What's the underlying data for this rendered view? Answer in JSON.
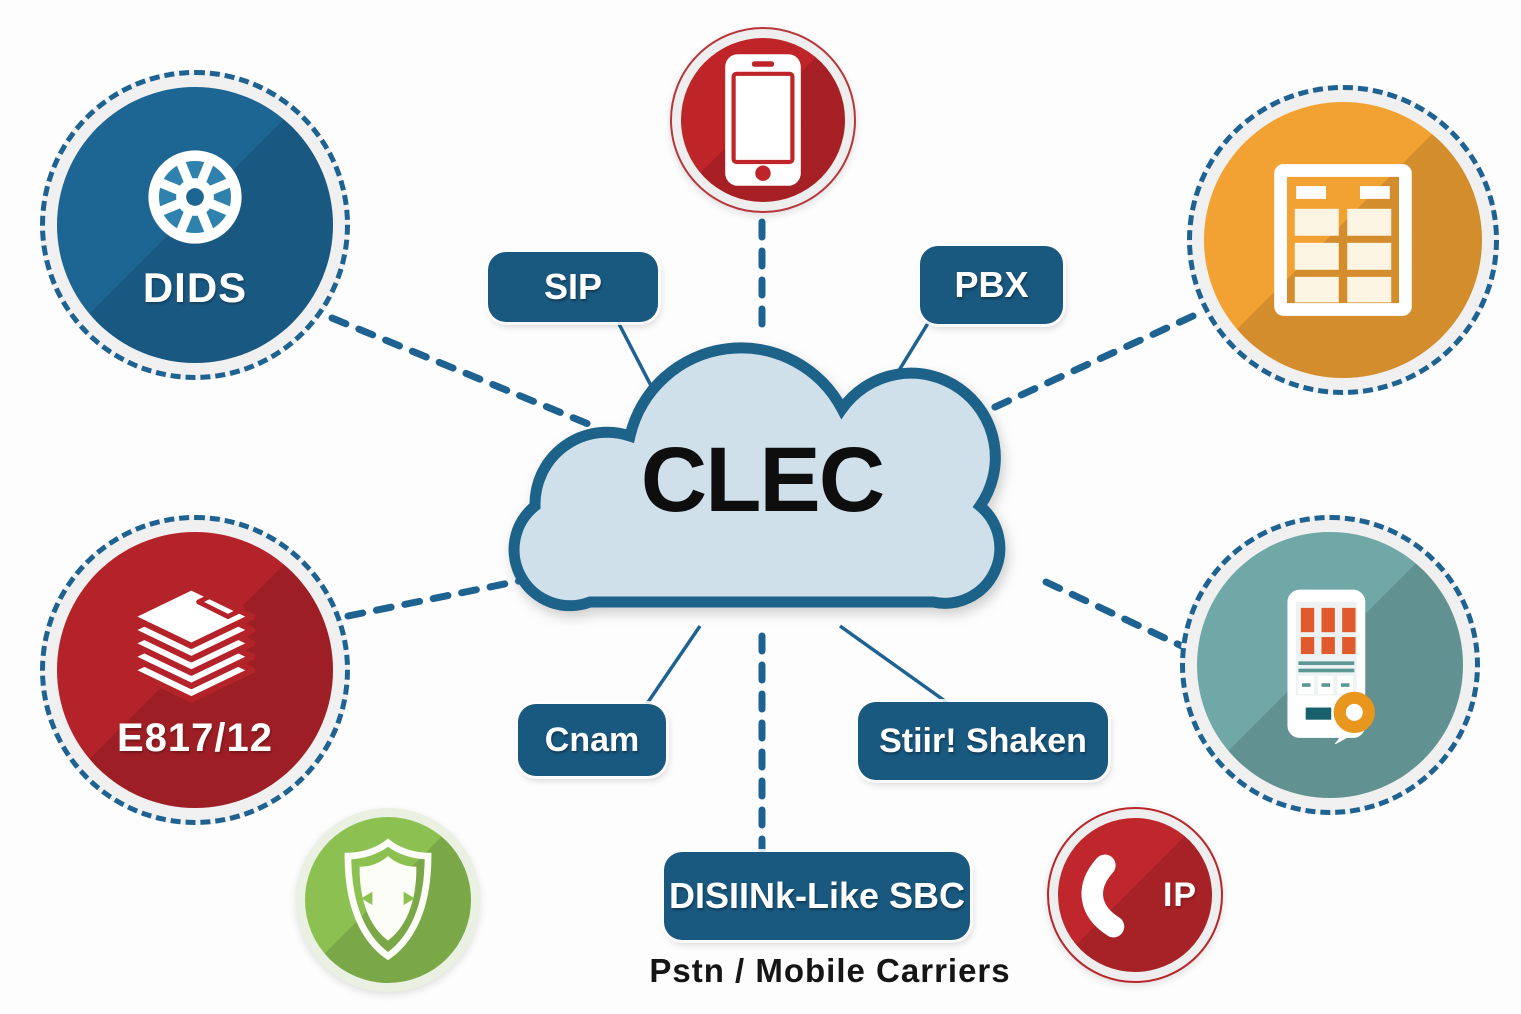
{
  "cloud": {
    "label": "CLEC"
  },
  "nodes": {
    "dids": {
      "label": "DIDS",
      "icon": "rosette-wheel-icon",
      "color": "#1d6593"
    },
    "mobile": {
      "icon": "smartphone-icon",
      "color": "#bf2429"
    },
    "table": {
      "icon": "data-table-icon",
      "color": "#f2a233"
    },
    "e817": {
      "label": "E817/12",
      "icon": "stacked-layers-icon",
      "color": "#b5232a"
    },
    "shield": {
      "icon": "shield-icon",
      "color": "#8cc152"
    },
    "device": {
      "icon": "mobile-billing-icon",
      "color": "#6fa8a6"
    },
    "ip": {
      "label": "IP",
      "icon": "phone-handset-icon",
      "color": "#bf272c"
    }
  },
  "tags": {
    "sip": "SIP",
    "pbx": "PBX",
    "cnam": "Cnam",
    "stir_shaken": "Stiir! Shaken",
    "sbc": "DISIINk-Like SBC"
  },
  "caption": "Pstn / Mobile Carriers",
  "colors": {
    "line": "#1e6292",
    "cloud_fill": "#cfe0ea",
    "cloud_stroke": "#1d6289",
    "pill": "#19587f",
    "blue": "#1d6593",
    "red": "#bf2429",
    "dark_red": "#b5232a",
    "orange": "#f2a233",
    "teal": "#6fa8a6",
    "green": "#8cc152"
  }
}
